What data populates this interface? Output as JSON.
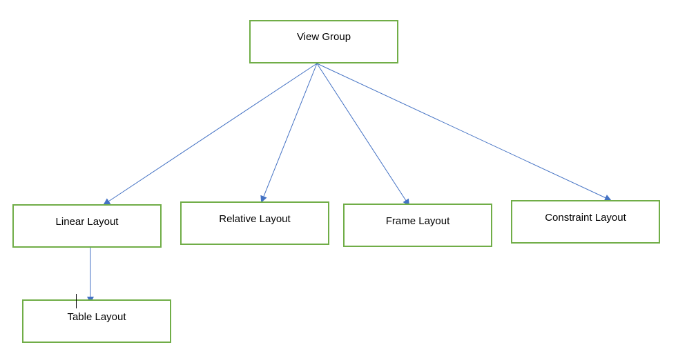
{
  "diagram": {
    "nodes": {
      "view_group": "View Group",
      "linear_layout": "Linear Layout",
      "relative_layout": "Relative Layout",
      "frame_layout": "Frame Layout",
      "constraint_layout": "Constraint Layout",
      "table_layout": "Table Layout"
    },
    "edges": [
      {
        "from": "view_group",
        "to": "linear_layout"
      },
      {
        "from": "view_group",
        "to": "relative_layout"
      },
      {
        "from": "view_group",
        "to": "frame_layout"
      },
      {
        "from": "view_group",
        "to": "constraint_layout"
      },
      {
        "from": "linear_layout",
        "to": "table_layout"
      }
    ],
    "colors": {
      "box_border": "#70ad47",
      "connector": "#4472c4",
      "text": "#000000"
    }
  }
}
